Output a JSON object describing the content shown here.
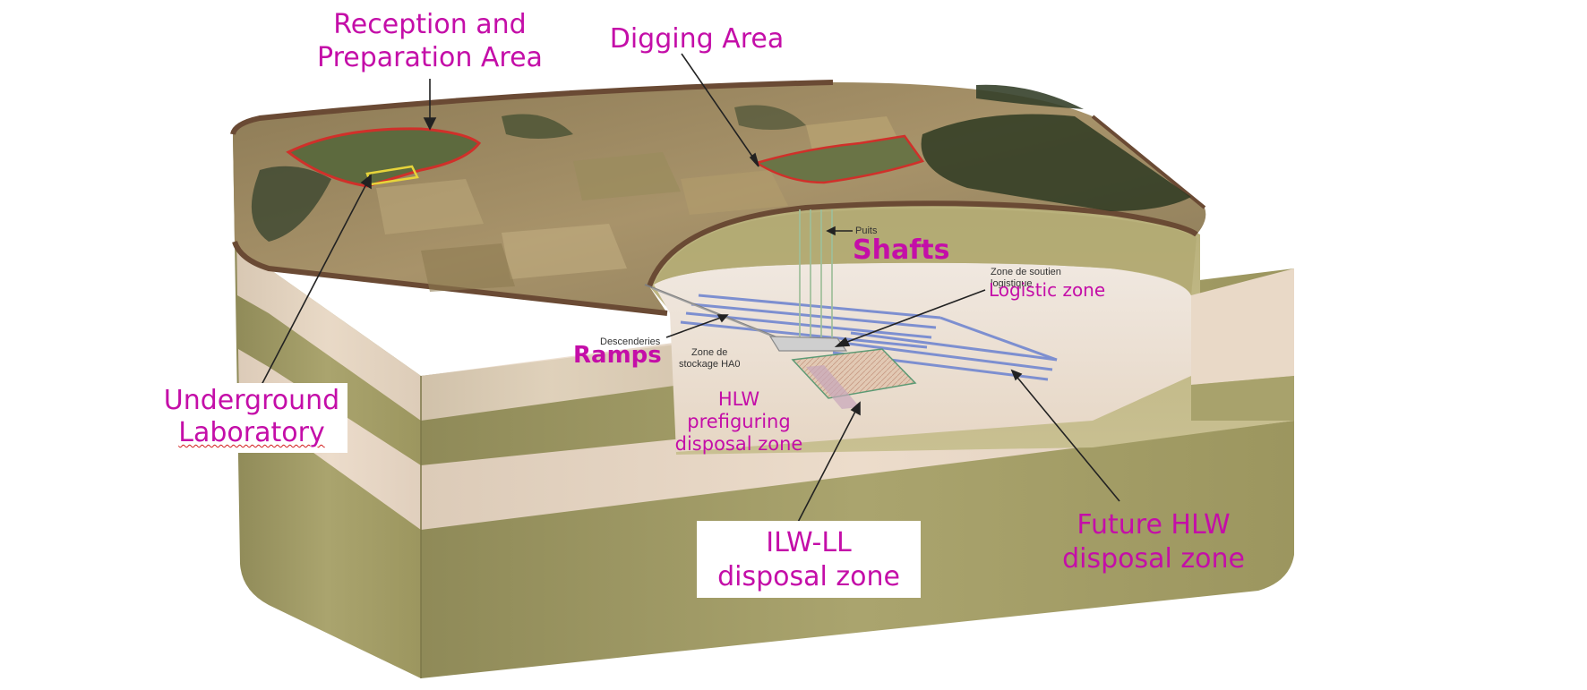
{
  "labels": {
    "reception_line1": "Reception and",
    "reception_line2": "Preparation  Area",
    "digging": "Digging   Area",
    "shafts": "Shafts",
    "puits": "Puits",
    "zone_soutien_line1": "Zone de soutien",
    "zone_soutien_line2": "logistique",
    "logistic_zone": "Logistic zone",
    "descenderies": "Descenderies",
    "ramps": "Ramps",
    "zone_stockage_line1": "Zone de",
    "zone_stockage_line2": "stockage HA0",
    "hlw_prefig_line1": "HLW",
    "hlw_prefig_line2": "prefiguring",
    "hlw_prefig_line3": "disposal zone",
    "underground_line1": "Underground",
    "underground_line2": "Laboratory",
    "ilw_line1": "ILW-LL",
    "ilw_line2": "disposal zone",
    "future_line1": "Future  HLW",
    "future_line2": "disposal zone"
  },
  "colors": {
    "label": "#c40ea8",
    "ground_layer": "#a8a26c",
    "pale_layer": "#e8d8c6",
    "surface": "#a08a62",
    "forest": "#2e3a22",
    "site_outline": "#d0302a",
    "tunnels": "#7d8fd0"
  }
}
